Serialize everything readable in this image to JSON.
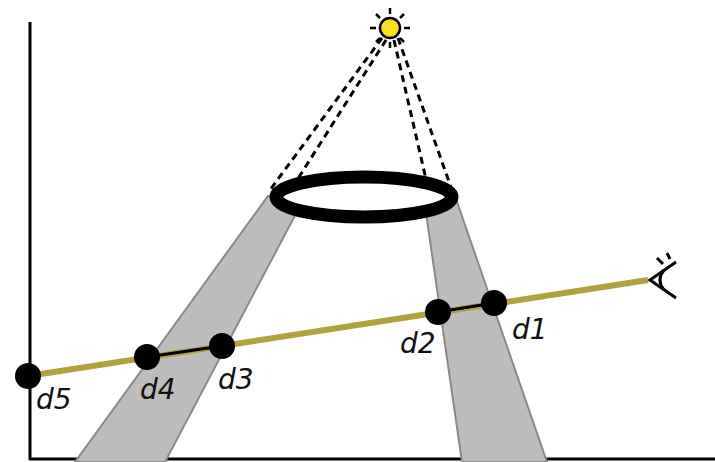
{
  "diagram": {
    "labels": [
      "d5",
      "d4",
      "d3",
      "d2",
      "d1"
    ]
  }
}
